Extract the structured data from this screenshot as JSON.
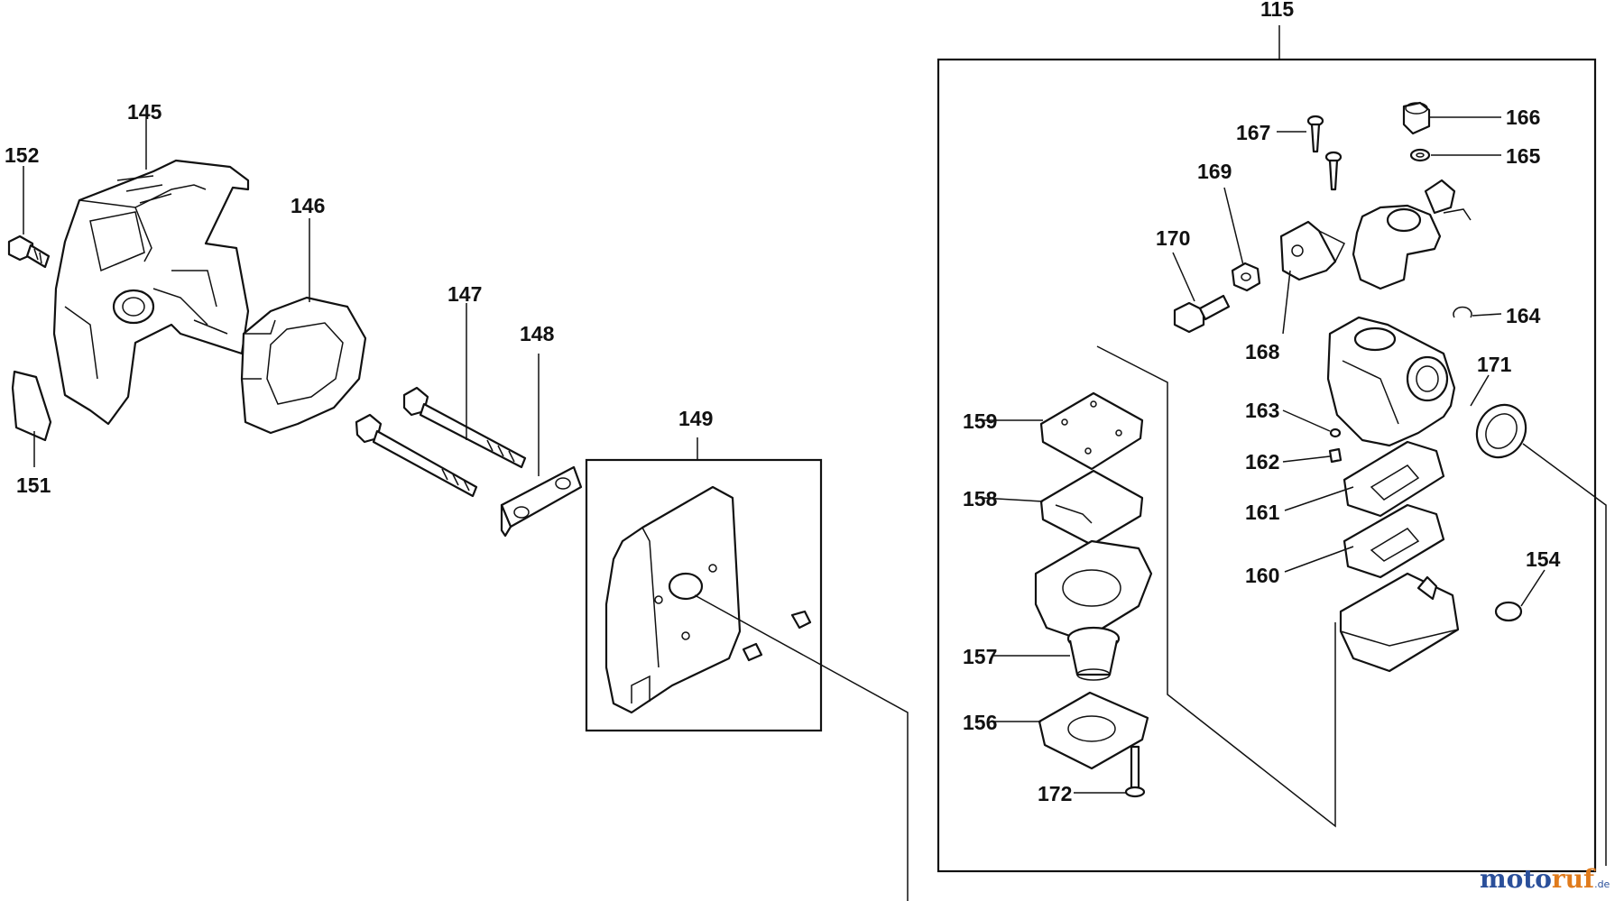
{
  "diagram": {
    "callouts": {
      "c115": "115",
      "c145": "145",
      "c146": "146",
      "c147": "147",
      "c148": "148",
      "c149": "149",
      "c151": "151",
      "c152": "152",
      "c154": "154",
      "c156": "156",
      "c157": "157",
      "c158": "158",
      "c159": "159",
      "c160": "160",
      "c161": "161",
      "c162": "162",
      "c163": "163",
      "c164": "164",
      "c165": "165",
      "c166": "166",
      "c167": "167",
      "c168": "168",
      "c169": "169",
      "c170": "170",
      "c171": "171",
      "c172": "172"
    },
    "watermark": {
      "part1": "moto",
      "part2": "ruf",
      "suffix": ".de"
    }
  }
}
